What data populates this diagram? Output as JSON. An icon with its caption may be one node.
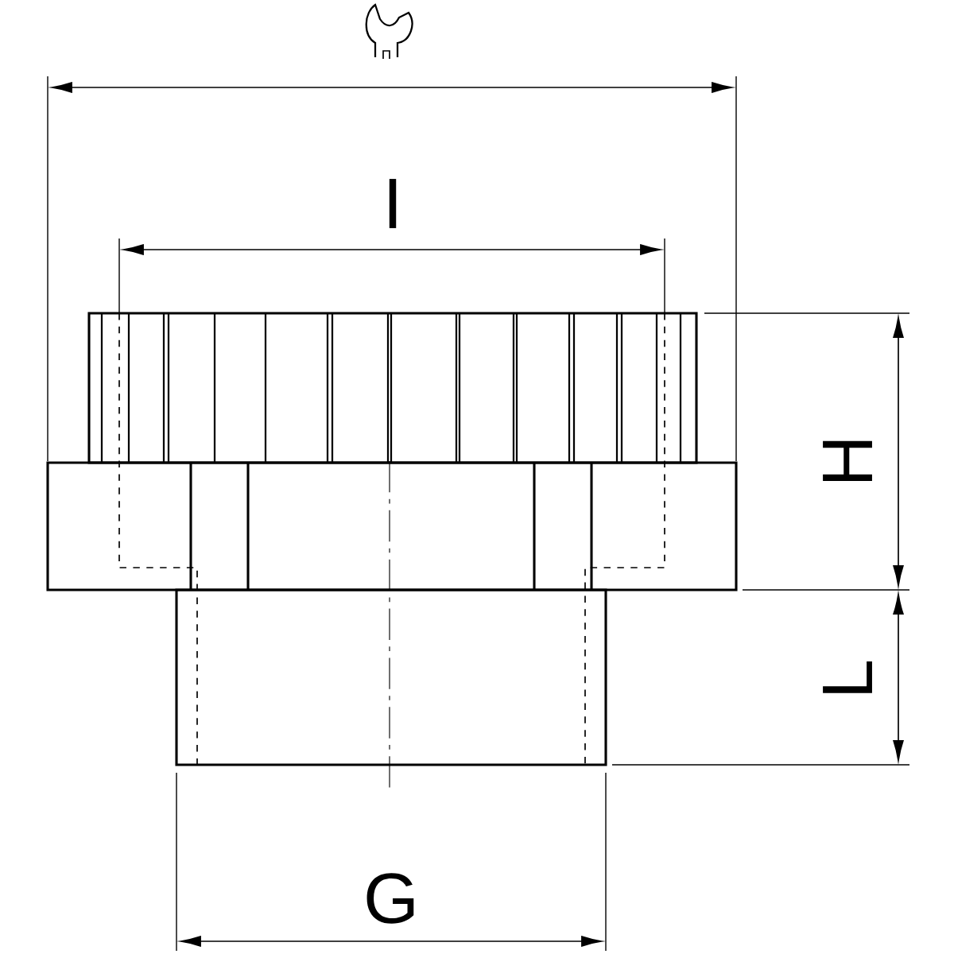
{
  "diagram": {
    "labels": [
      "I",
      "H",
      "L",
      "G"
    ]
  }
}
